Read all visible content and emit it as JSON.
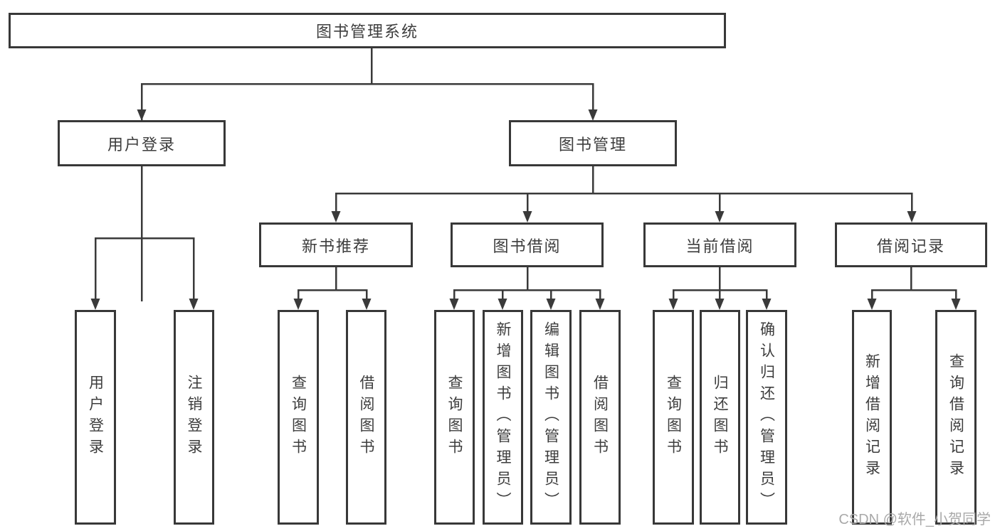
{
  "diagram": {
    "type": "hierarchy-tree",
    "orientation": "top-down",
    "colors": {
      "line": "#3a3a3a",
      "border": "#383838",
      "text": "#3d3d3d",
      "background": "#ffffff",
      "watermark": "#a9a9a9"
    }
  },
  "tree": {
    "label": "图书管理系统",
    "children": [
      {
        "label": "用户登录",
        "children": [
          {
            "label": "用户登录"
          },
          {
            "label": "注销登录"
          }
        ]
      },
      {
        "label": "图书管理",
        "children": [
          {
            "label": "新书推荐",
            "children": [
              {
                "label": "查询图书"
              },
              {
                "label": "借阅图书"
              }
            ]
          },
          {
            "label": "图书借阅",
            "children": [
              {
                "label": "查询图书"
              },
              {
                "label": "新增图书（管理员）"
              },
              {
                "label": "编辑图书（管理员）"
              },
              {
                "label": "借阅图书"
              }
            ]
          },
          {
            "label": "当前借阅",
            "children": [
              {
                "label": "查询图书"
              },
              {
                "label": "归还图书"
              },
              {
                "label": "确认归还（管理员）"
              }
            ]
          },
          {
            "label": "借阅记录",
            "children": [
              {
                "label": "新增借阅记录"
              },
              {
                "label": "查询借阅记录"
              }
            ]
          }
        ]
      }
    ]
  },
  "watermark": {
    "text": "CSDN @软件_小贺同学"
  }
}
